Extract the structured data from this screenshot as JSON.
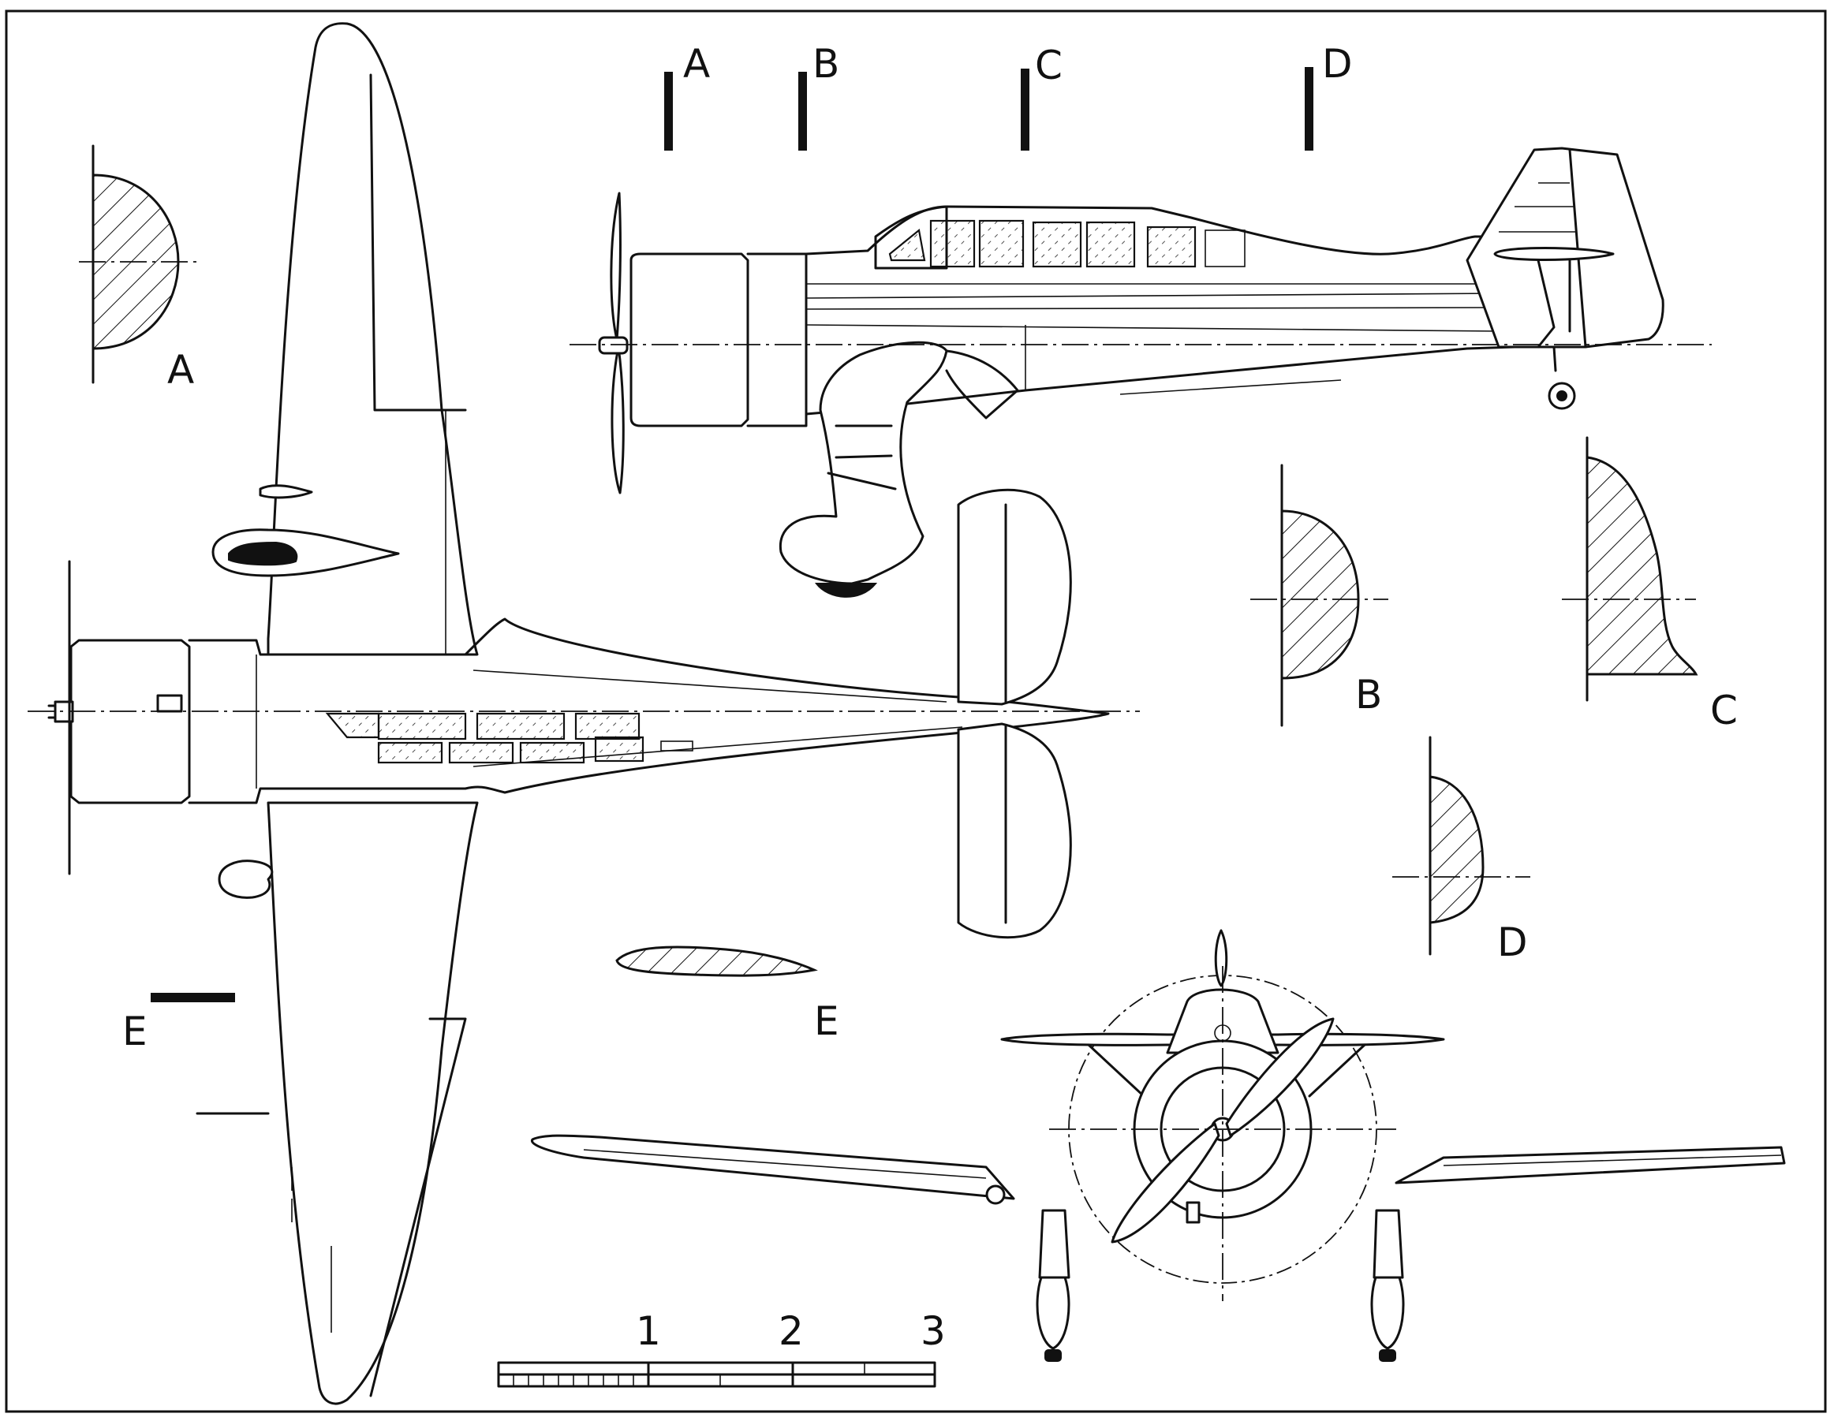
{
  "section_labels": {
    "marker_a": "A",
    "marker_b": "B",
    "marker_c": "C",
    "marker_d": "D",
    "section_a": "A",
    "section_b": "B",
    "section_c": "C",
    "section_d": "D",
    "section_e": "E",
    "marker_e": "E"
  },
  "scale_bar": {
    "labels": [
      "1",
      "2",
      "3"
    ]
  },
  "colors": {
    "line": "#111111",
    "background": "#ffffff"
  }
}
